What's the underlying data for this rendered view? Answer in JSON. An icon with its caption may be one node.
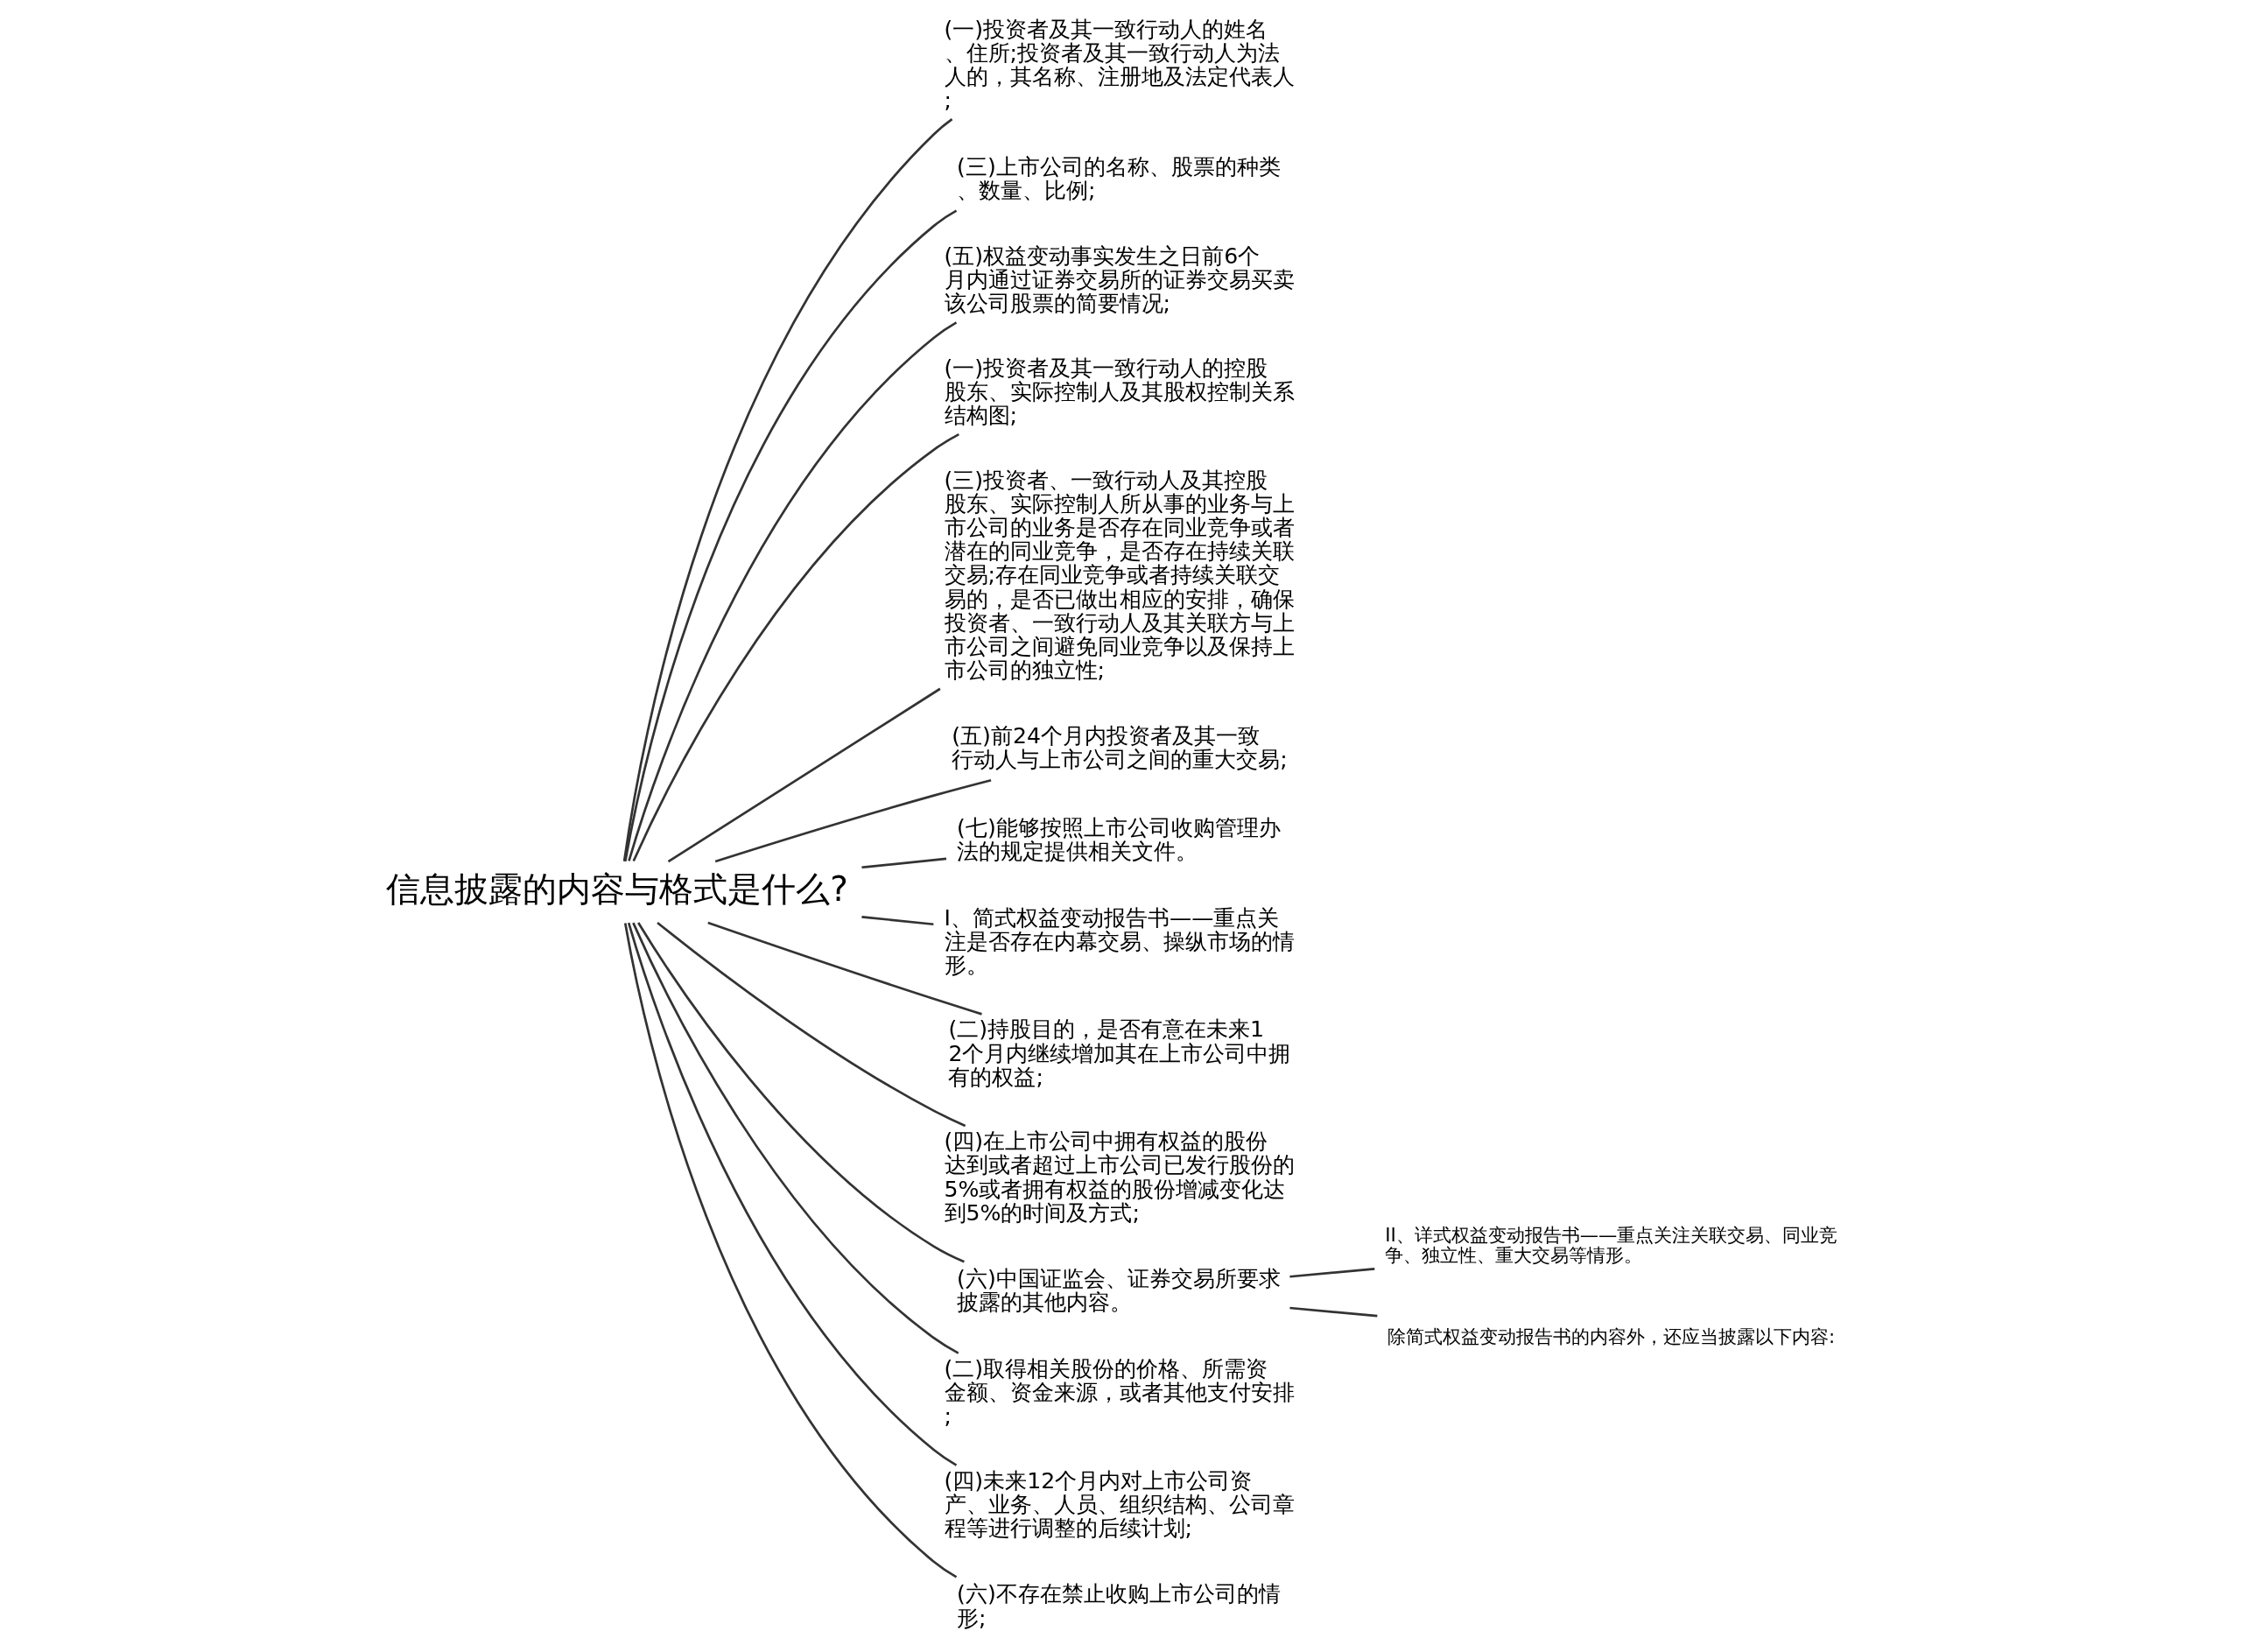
{
  "diagram": {
    "nodes": [
      {
        "text": [
          "信息披露的内容与格式是什么?"
        ]
      },
      {
        "text": [
          "(一)投资者及其一致行动人的姓名、住所;投资者及其一致行动人为法人的，其名称、注册地及法定代表人;"
        ]
      },
      {
        "text": [
          "(三)上市公司的名称、股票的种类、数量、比例;"
        ]
      },
      {
        "text": [
          "(五)权益变动事实发生之日前6个月内通过证券交易所的证券交易买卖该公司股票的简要情况;"
        ]
      },
      {
        "text": [
          "(一)投资者及其一致行动人的控股股东、实际控制人及其股权控制关系结构图;"
        ]
      },
      {
        "text": [
          "(三)投资者、一致行动人及其控股股东、实际控制人所从事的业务与上市公司的业务是否存在同业竞争或者潜在的同业竞争，是否存在持续关联交易;存在同业竞争或者持续关联交易的，是否已做出相应的安排，确保投资者、一致行动人及其关联方与上市公司之间避免同业竞争以及保持上市公司的独立性;"
        ]
      },
      {
        "text": [
          "(五)前24个月内投资者及其一致行动人与上市公司之间的重大交易;"
        ]
      },
      {
        "text": [
          "(七)能够按照上市公司收购管理办法的规定提供相关文件。"
        ]
      },
      {
        "text": [
          "I、简式权益变动报告书——重点关注是否存在内幕交易、操纵市场的情形。"
        ]
      },
      {
        "text": [
          "(二)持股目的，是否有意在未来12个月内继续增加其在上市公司中拥有的权益;"
        ]
      },
      {
        "text": [
          "(四)在上市公司中拥有权益的股份达到或者超过上市公司已发行股份的5%或者拥有权益的股份增减变化达到5%的时间及方式;"
        ]
      },
      {
        "text": [
          "(六)中国证监会、证券交易所要求披露的其他内容。"
        ]
      },
      {
        "text": [
          "(二)取得相关股份的价格、所需资金额、资金来源，或者其他支付安排;"
        ]
      },
      {
        "text": [
          "(四)未来12个月内对上市公司资产、业务、人员、组织结构、公司章程等进行调整的后续计划;"
        ]
      },
      {
        "text": [
          "(六)不存在禁止收购上市公司的情形;"
        ]
      },
      {
        "text": [
          "II、详式权益变动报告书——重点关注关联交易、同业竞争、独立性、重大交易等情形。"
        ]
      },
      {
        "text": [
          "除简式权益变动报告书的内容外，还应当披露以下内容:"
        ]
      }
    ],
    "edges": [
      {
        "from": 0,
        "to": 1,
        "arrow": "none"
      },
      {
        "from": 0,
        "to": 2,
        "arrow": "none"
      },
      {
        "from": 0,
        "to": 3,
        "arrow": "none"
      },
      {
        "from": 0,
        "to": 4,
        "arrow": "none"
      },
      {
        "from": 0,
        "to": 5,
        "arrow": "none"
      },
      {
        "from": 0,
        "to": 6,
        "arrow": "none"
      },
      {
        "from": 0,
        "to": 7,
        "arrow": "none"
      },
      {
        "from": 0,
        "to": 8,
        "arrow": "none"
      },
      {
        "from": 0,
        "to": 9,
        "arrow": "none"
      },
      {
        "from": 0,
        "to": 10,
        "arrow": "none"
      },
      {
        "from": 0,
        "to": 11,
        "arrow": "none"
      },
      {
        "from": 0,
        "to": 12,
        "arrow": "none"
      },
      {
        "from": 0,
        "to": 13,
        "arrow": "none"
      },
      {
        "from": 0,
        "to": 14,
        "arrow": "none"
      },
      {
        "from": 11,
        "to": 15,
        "arrow": "none"
      },
      {
        "from": 11,
        "to": 16,
        "arrow": "none"
      }
    ]
  }
}
